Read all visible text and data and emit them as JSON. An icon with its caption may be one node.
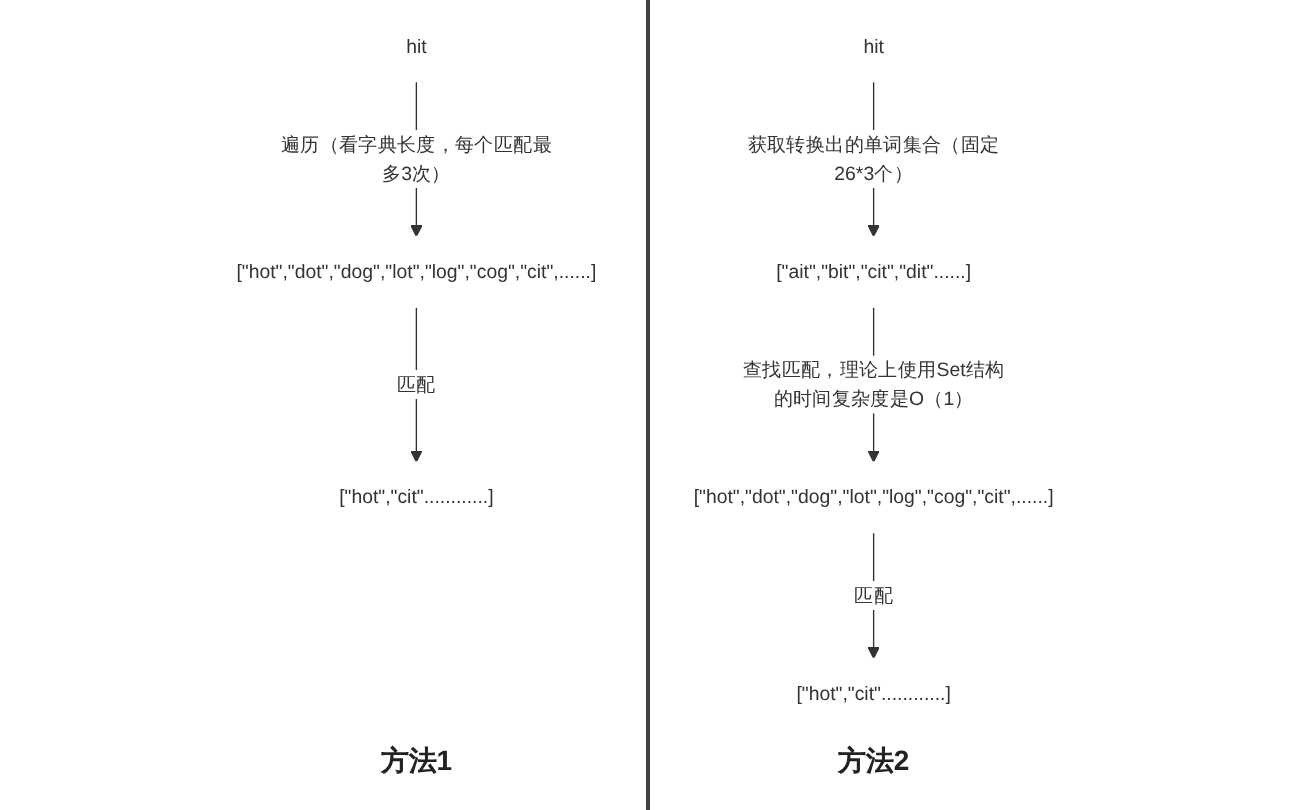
{
  "diagram": {
    "nodes": [
      {
        "text": [
          "hit"
        ]
      },
      {
        "text": [
          "[\"hot\",\"dot\",\"dog\",\"lot\",\"log\",\"cog\",\"cit\",......]"
        ]
      },
      {
        "text": [
          "[\"hot\",\"cit\"............]"
        ]
      },
      {
        "text": [
          "hit"
        ]
      },
      {
        "text": [
          "[\"ait\",\"bit\",\"cit\",\"dit\"......]"
        ]
      },
      {
        "text": [
          "[\"hot\",\"dot\",\"dog\",\"lot\",\"log\",\"cog\",\"cit\",......]"
        ]
      },
      {
        "text": [
          "[\"hot\",\"cit\"............]"
        ]
      }
    ],
    "edges": [
      {
        "from": 0,
        "to": 1,
        "arrow": "to",
        "label": "遍历（看字典长度，每个匹配最多3次）"
      },
      {
        "from": 1,
        "to": 2,
        "arrow": "to",
        "label": "匹配"
      },
      {
        "from": 3,
        "to": 4,
        "arrow": "to",
        "label": "获取转换出的单词集合（固定26*3个）"
      },
      {
        "from": 4,
        "to": 5,
        "arrow": "to",
        "label": "查找匹配，理论上使用Set结构的时间复杂度是O（1）"
      },
      {
        "from": 5,
        "to": 6,
        "arrow": "to",
        "label": "匹配"
      }
    ],
    "labels": [
      "方法1",
      "方法2"
    ]
  }
}
